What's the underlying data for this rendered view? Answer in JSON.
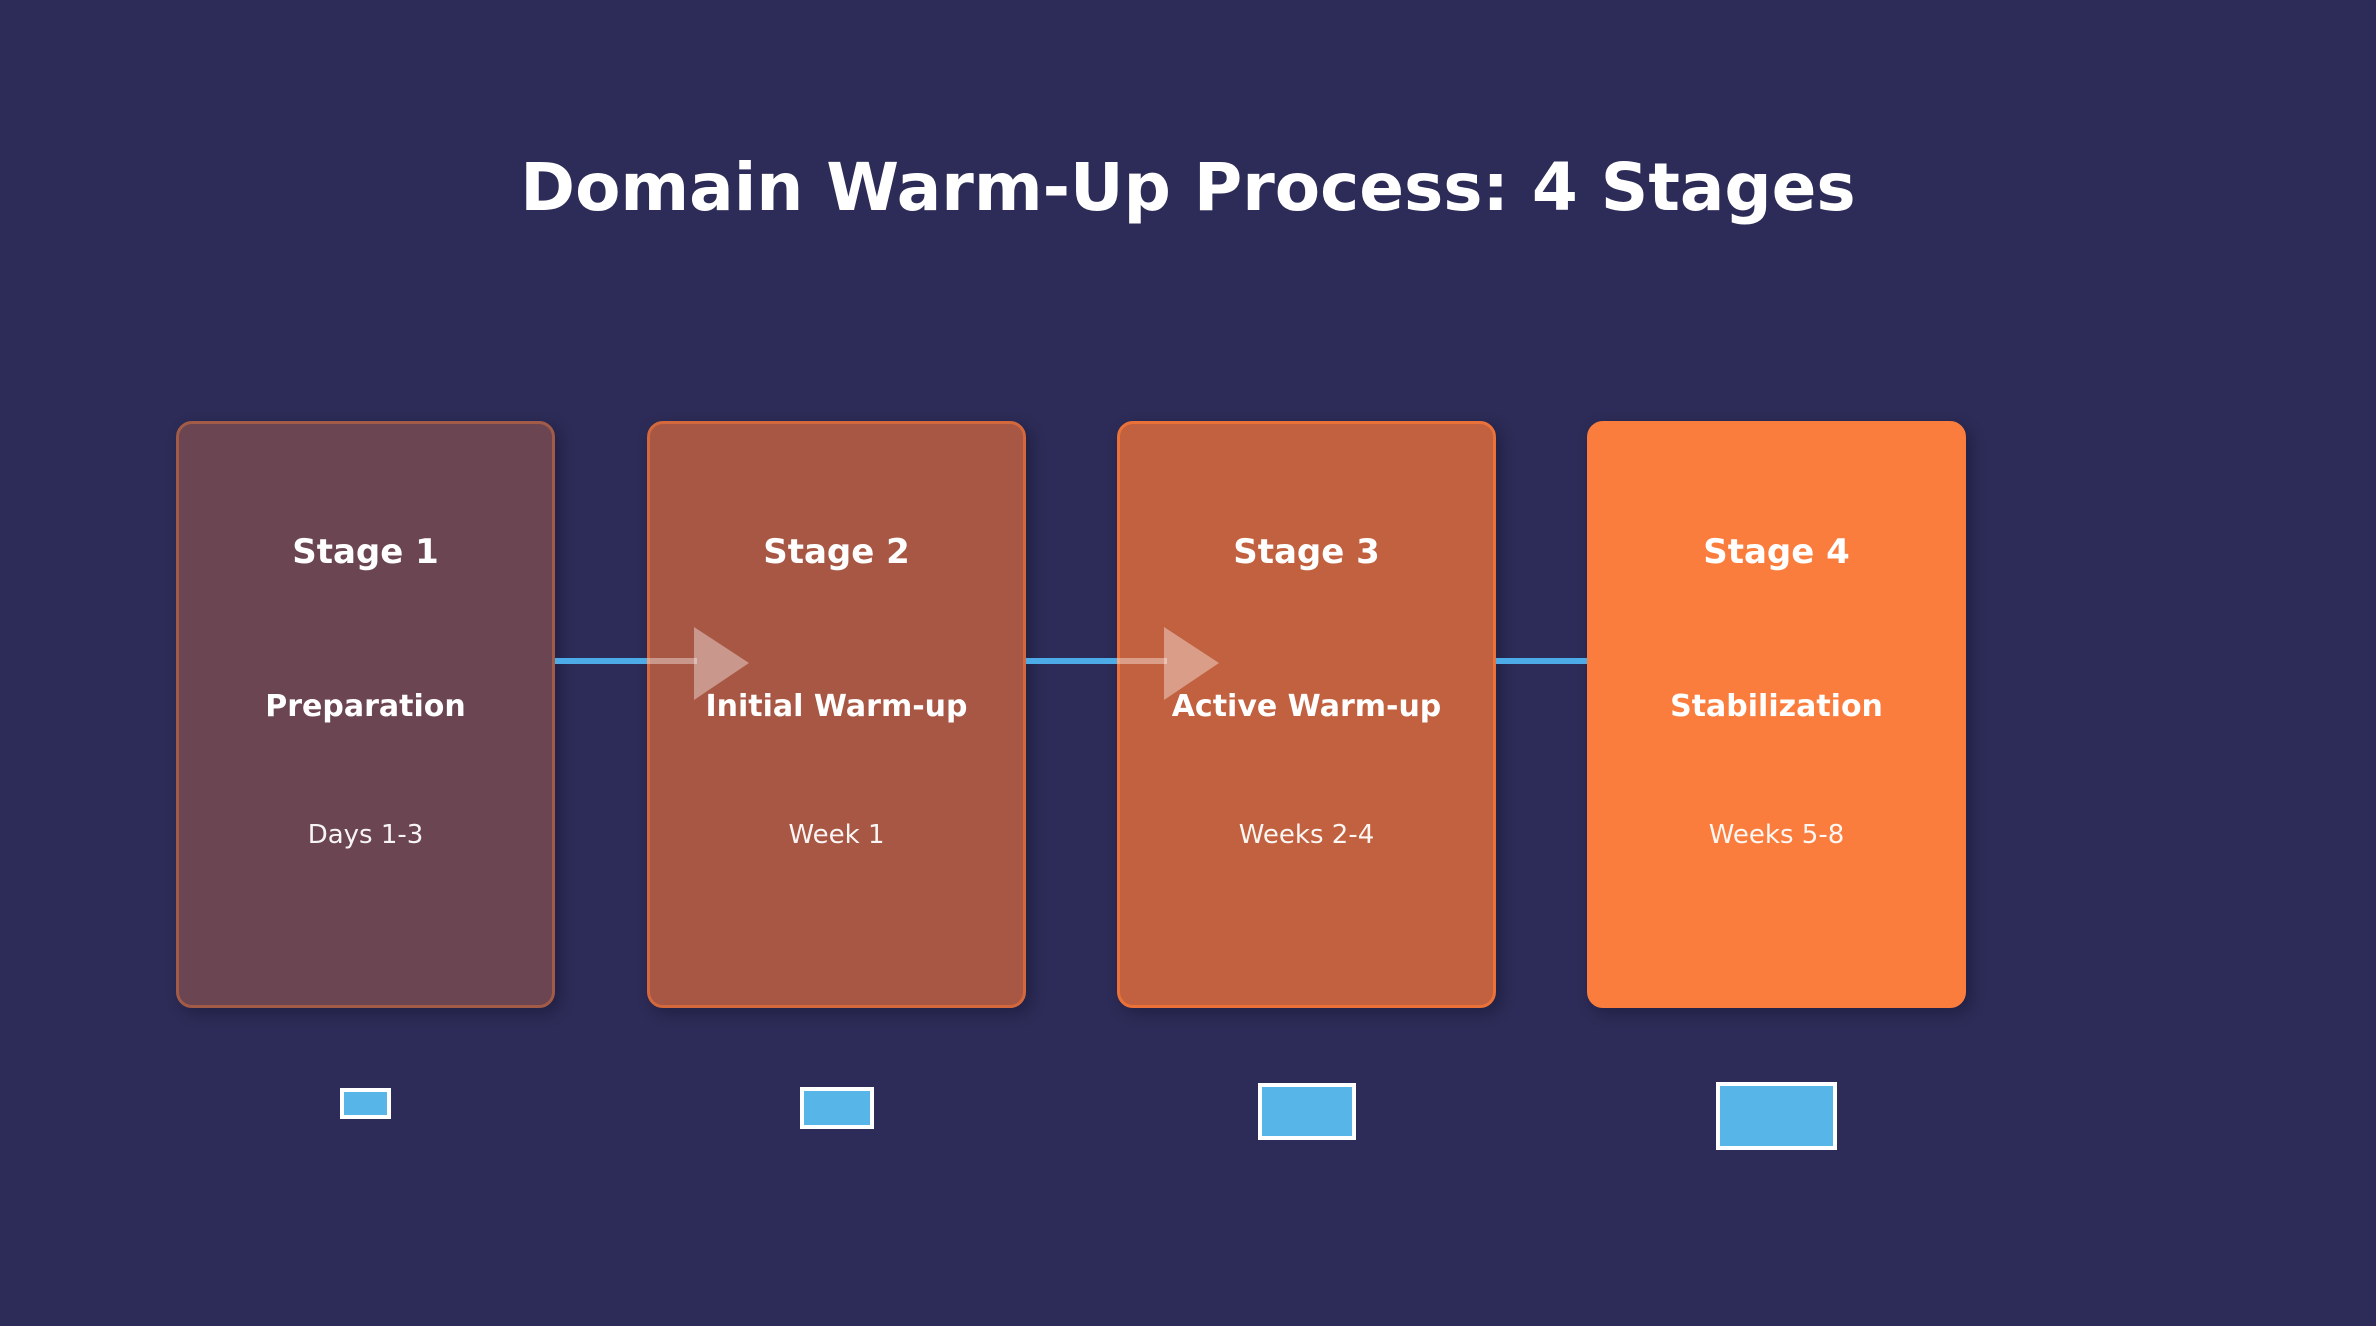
{
  "title": "Domain Warm-Up Process: 4 Stages",
  "colors": {
    "background": "#2d2c58",
    "title_text": "#ffffff",
    "connector_line": "#4dabe8",
    "arrow_overlay": "rgba(255,255,255,0.38)",
    "volume_bar_fill": "#57b5e8",
    "volume_bar_border": "#ffffff"
  },
  "stages": [
    {
      "label": "Stage 1",
      "name": "Preparation",
      "period": "Days 1-3",
      "fill": "#6b4552",
      "border": "#a25b46",
      "incoming_arrow": false,
      "volume": {
        "width": 51,
        "height": 31
      }
    },
    {
      "label": "Stage 2",
      "name": "Initial Warm-up",
      "period": "Week 1",
      "fill": "#a85744",
      "border": "#d2683c",
      "incoming_arrow": true,
      "volume": {
        "width": 74,
        "height": 42
      }
    },
    {
      "label": "Stage 3",
      "name": "Active Warm-up",
      "period": "Weeks 2-4",
      "fill": "#c2613f",
      "border": "#ea7238",
      "incoming_arrow": true,
      "volume": {
        "width": 98,
        "height": 57
      }
    },
    {
      "label": "Stage 4",
      "name": "Stabilization",
      "period": "Weeks 5-8",
      "fill": "#fb7d3d",
      "border": "#fb7d3d",
      "incoming_arrow": false,
      "volume": {
        "width": 121,
        "height": 68
      }
    }
  ]
}
